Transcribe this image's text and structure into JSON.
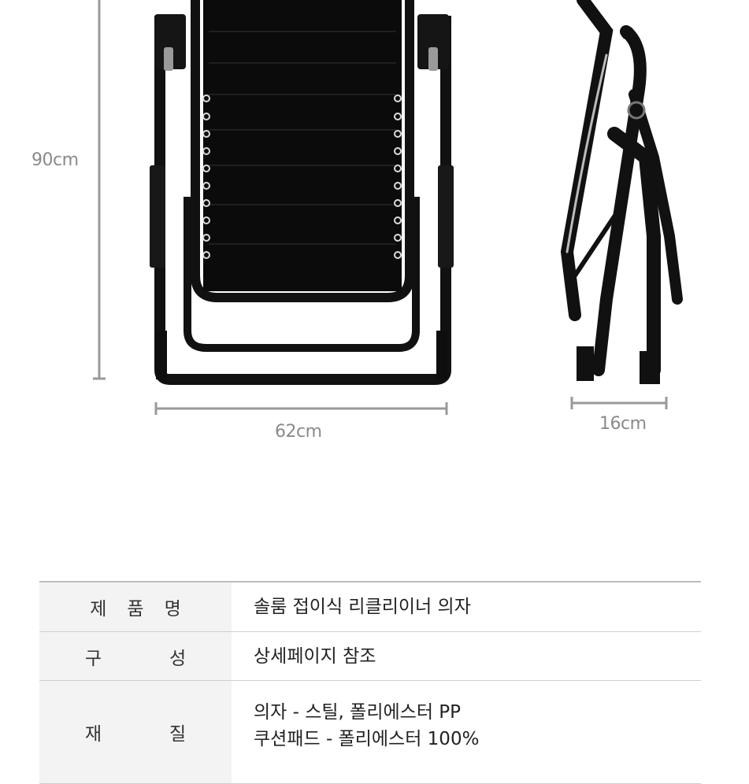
{
  "dimensions": {
    "height": "90cm",
    "width": "62cm",
    "folded_depth": "16cm"
  },
  "specs": {
    "rows": [
      {
        "label": "제품명",
        "values": [
          "솔룸 접이식 리클리이너 의자"
        ]
      },
      {
        "label": "구성",
        "values": [
          "상세페이지 참조"
        ]
      },
      {
        "label": "재질",
        "values": [
          "의자 - 스틸, 폴리에스터 PP",
          "쿠션패드 - 폴리에스터 100%"
        ]
      }
    ]
  },
  "colors": {
    "chair": "#111111",
    "dimension_line": "#9a9a9a",
    "label_bg": "#f3f3f3",
    "border": "#cfcfcf"
  }
}
